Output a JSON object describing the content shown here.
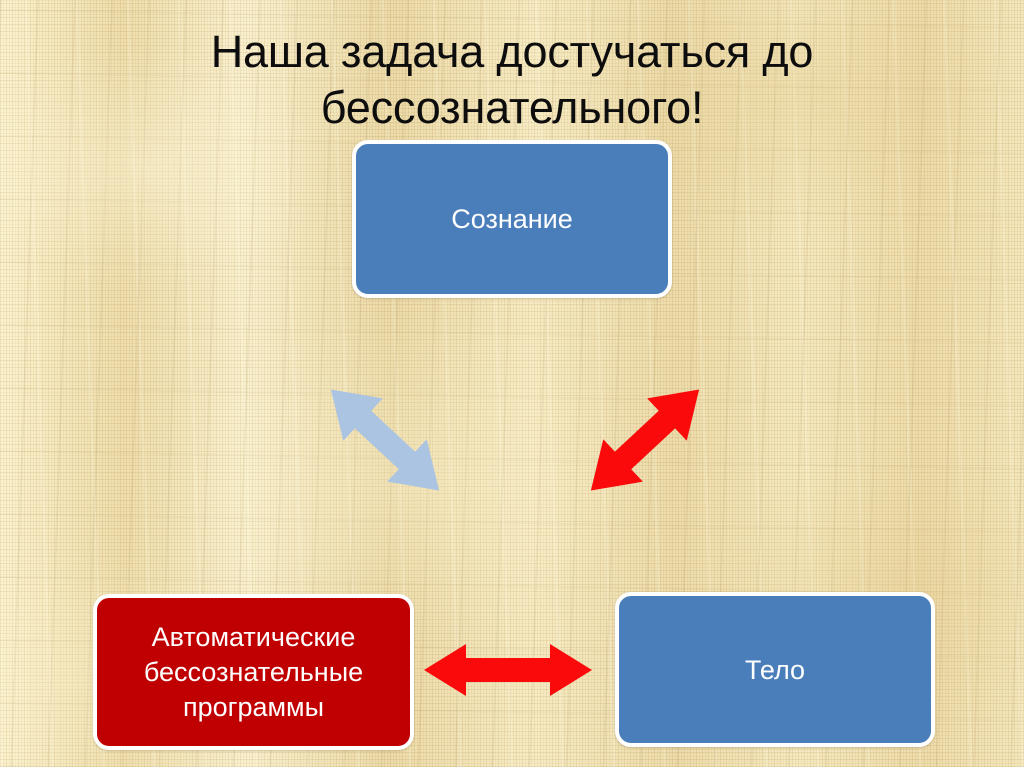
{
  "slide": {
    "title": "Наша задача достучаться до бессознательного!",
    "background_color": "#e9d6a2",
    "background_name": "papyrus-texture"
  },
  "nodes": {
    "consciousness": {
      "label": "Сознание",
      "fill": "#4a7ebb",
      "border": "#ffffff",
      "text_color": "#ffffff"
    },
    "body": {
      "label": "Тело",
      "fill": "#4a7ebb",
      "border": "#ffffff",
      "text_color": "#ffffff"
    },
    "programs": {
      "label": "Автоматические\nбессознательные\nпрограммы",
      "fill": "#c00000",
      "border": "#ffffff",
      "text_color": "#ffffff"
    }
  },
  "arrows": {
    "left_diagonal": {
      "name": "programs-to-consciousness",
      "color": "#aac4e2",
      "direction": "double",
      "orientation": "diagonal-up-right"
    },
    "right_diagonal": {
      "name": "consciousness-to-body",
      "color": "#fa0a0a",
      "direction": "double",
      "orientation": "diagonal-down-right"
    },
    "bottom_horizontal": {
      "name": "programs-to-body",
      "color": "#fa0a0a",
      "direction": "double",
      "orientation": "horizontal"
    }
  },
  "chart_data": {
    "type": "diagram",
    "title": "Наша задача достучаться до бессознательного!",
    "nodes": [
      {
        "id": "consciousness",
        "label": "Сознание",
        "color": "#4a7ebb",
        "position": "top-center"
      },
      {
        "id": "programs",
        "label": "Автоматические бессознательные программы",
        "color": "#c00000",
        "position": "bottom-left"
      },
      {
        "id": "body",
        "label": "Тело",
        "color": "#4a7ebb",
        "position": "bottom-right"
      }
    ],
    "edges": [
      {
        "from": "programs",
        "to": "consciousness",
        "style": "double-headed",
        "color": "#aac4e2"
      },
      {
        "from": "consciousness",
        "to": "body",
        "style": "double-headed",
        "color": "#fa0a0a"
      },
      {
        "from": "programs",
        "to": "body",
        "style": "double-headed",
        "color": "#fa0a0a"
      }
    ]
  }
}
